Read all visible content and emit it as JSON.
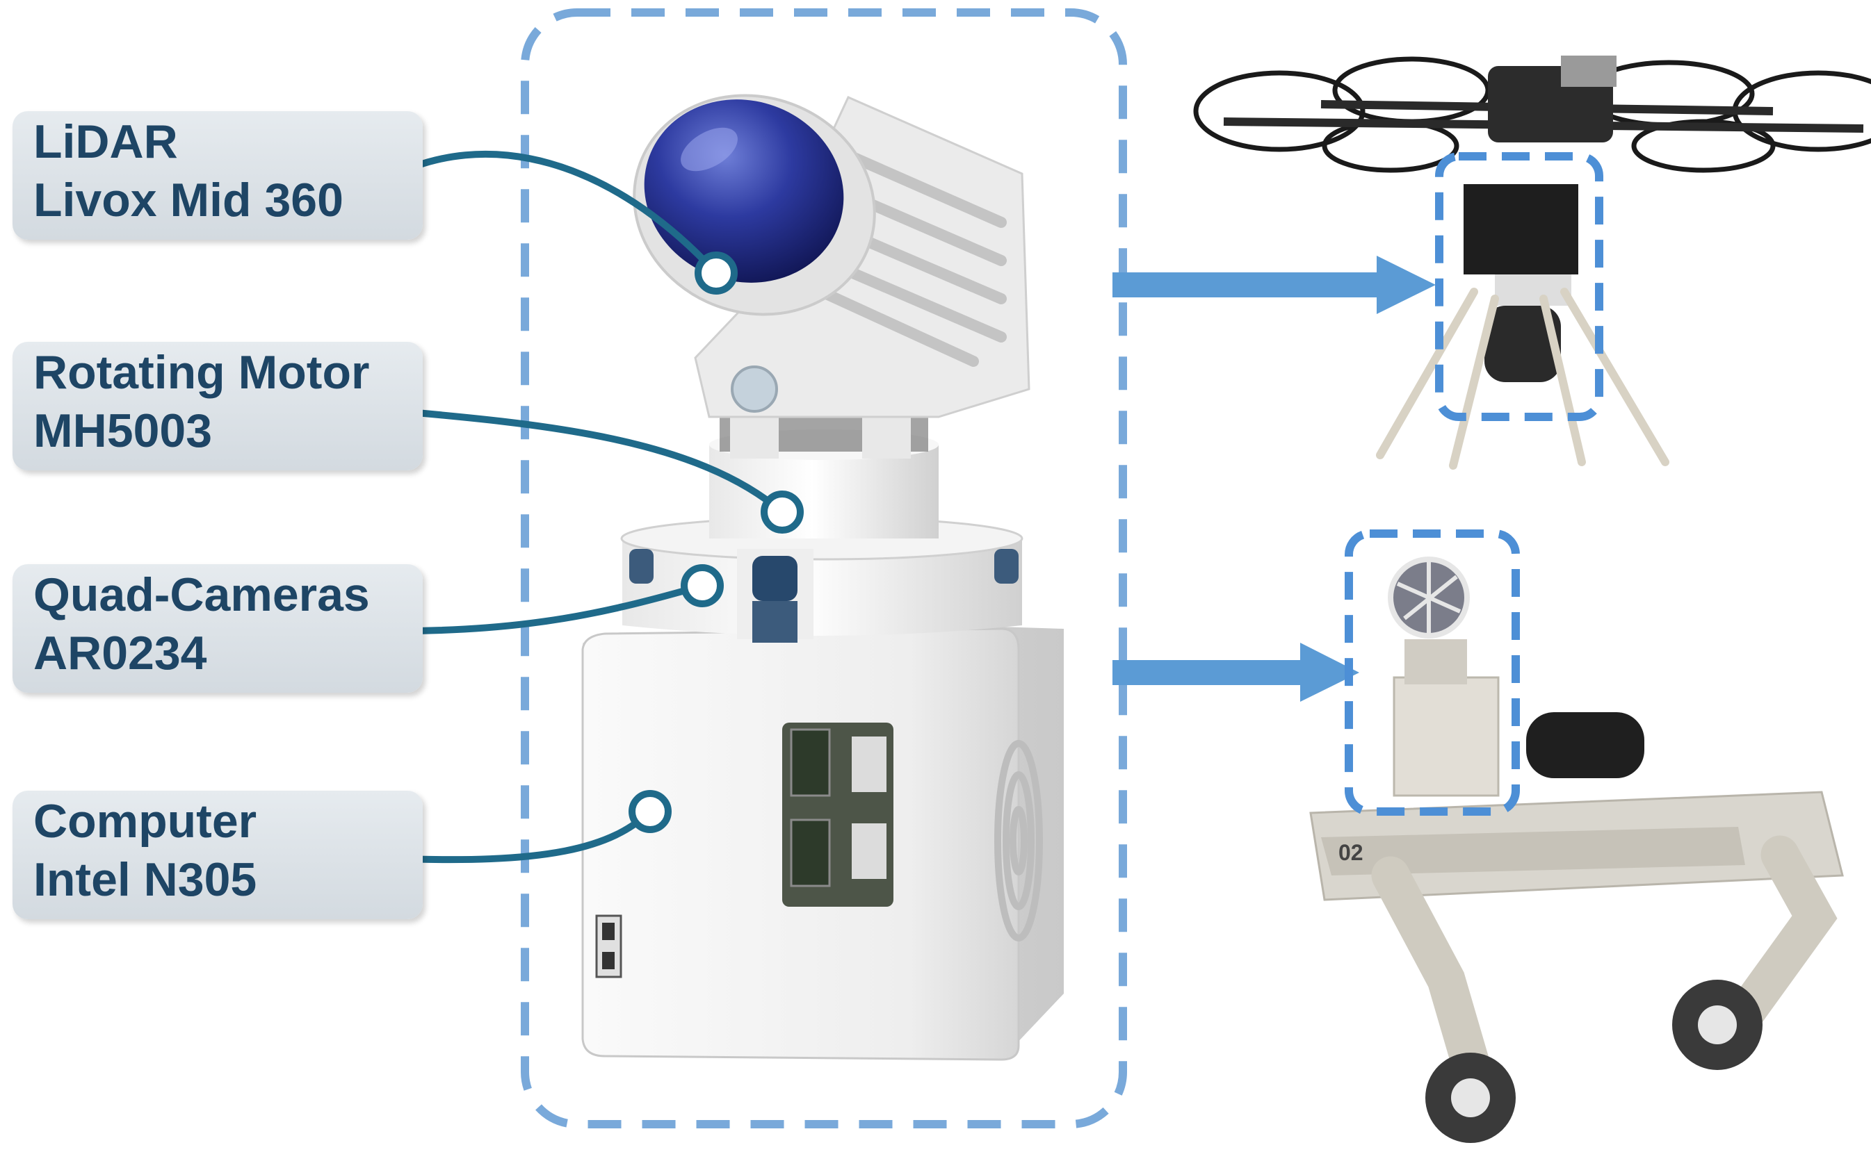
{
  "labels": [
    {
      "title": "LiDAR",
      "subtitle": "Livox Mid 360"
    },
    {
      "title": "Rotating Motor",
      "subtitle": "MH5003"
    },
    {
      "title": "Quad-Cameras",
      "subtitle": "AR0234"
    },
    {
      "title": "Computer",
      "subtitle": "Intel N305"
    }
  ],
  "colors": {
    "label_text": "#1e4565",
    "leader_line": "#1f6a8a",
    "dashed_outline": "#79a9da",
    "arrow": "#5b9bd5"
  },
  "robots": {
    "drone_number": "",
    "quadruped_number": "02"
  }
}
